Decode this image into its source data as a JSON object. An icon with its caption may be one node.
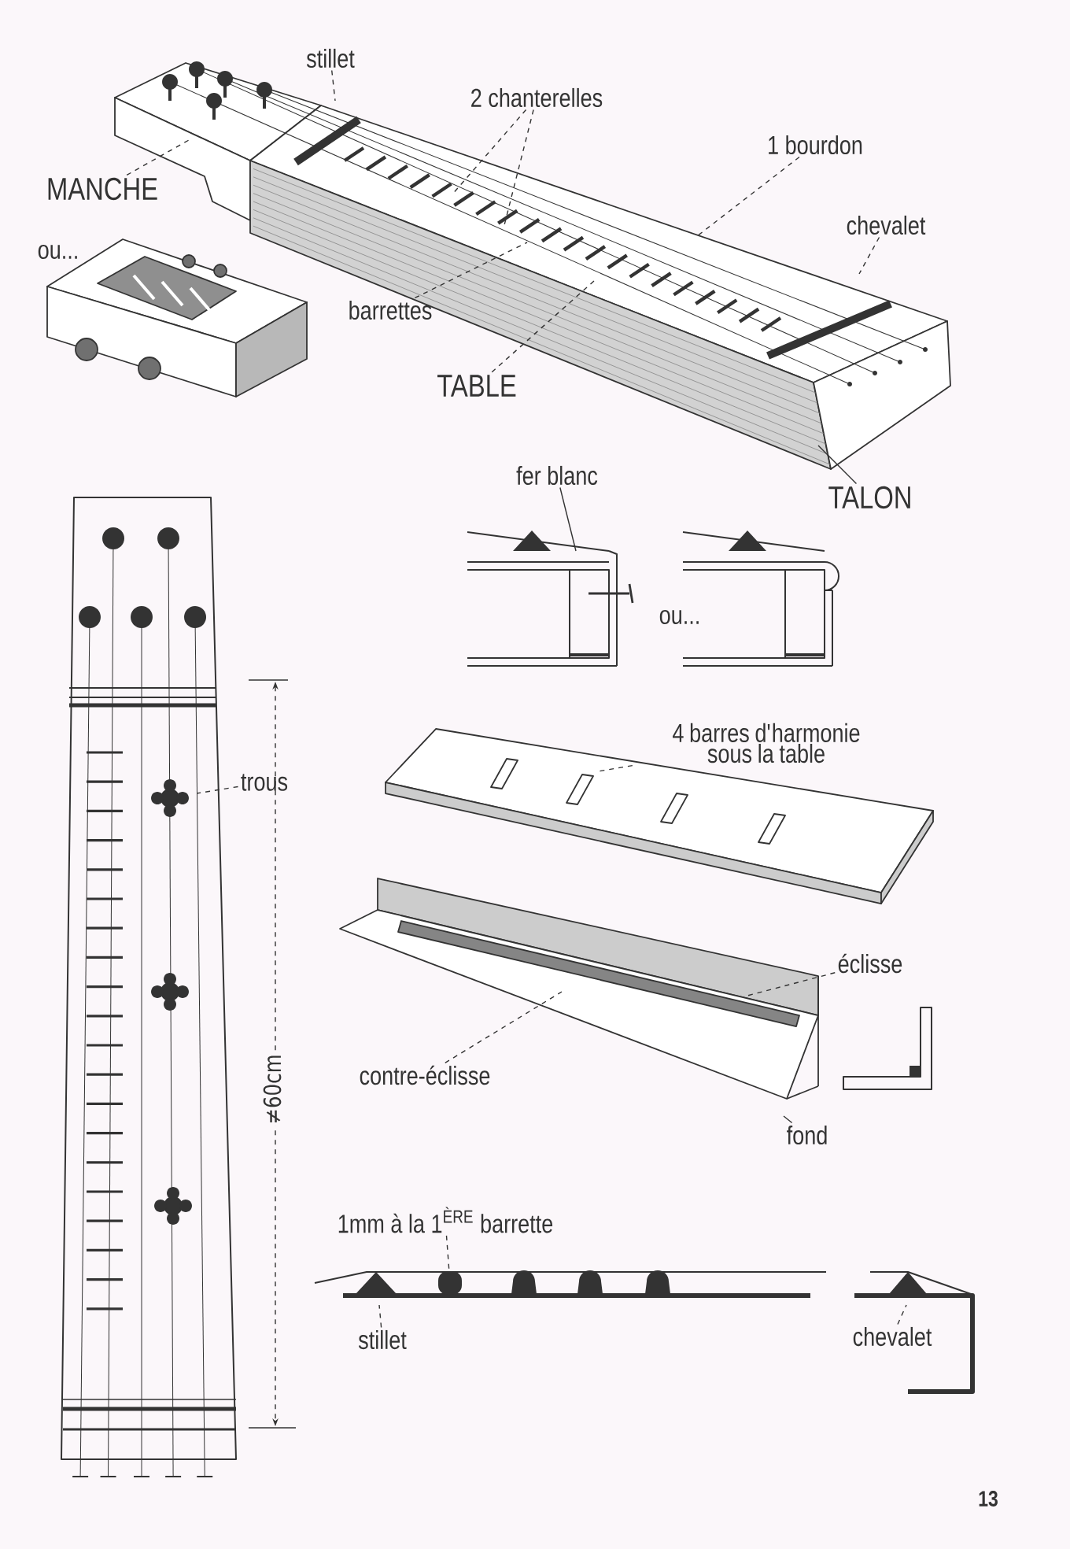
{
  "diagram": {
    "nodes": [
      {
        "text": [
          "stillet"
        ]
      },
      {
        "text": [
          "2 chanterelles"
        ]
      },
      {
        "text": [
          "1 bourdon"
        ]
      },
      {
        "text": [
          "chevalet"
        ]
      },
      {
        "text": [
          "MANCHE"
        ]
      },
      {
        "text": [
          "barrettes"
        ]
      },
      {
        "text": [
          "TABLE"
        ]
      },
      {
        "text": [
          "TALON"
        ]
      },
      {
        "text": [
          "fer blanc"
        ]
      },
      {
        "text": [
          "4 barres d'harmonie sous la table"
        ]
      },
      {
        "text": [
          "trous"
        ]
      },
      {
        "text": [
          "éclisse"
        ]
      },
      {
        "text": [
          "contre-éclisse"
        ]
      },
      {
        "text": [
          "fond"
        ]
      },
      {
        "text": [
          "1mm à la 1$^{ÈRE}$ barrette"
        ]
      },
      {
        "text": [
          "stillet"
        ]
      },
      {
        "text": [
          "chevalet"
        ]
      },
      {
        "text": [],
        "shape": "bar"
      }
    ],
    "edges": [
      {
        "from": 0,
        "to": null,
        "arrow": "none",
        "style": "dashed"
      },
      {
        "from": 1,
        "to": null,
        "arrow": "none",
        "style": "dashed"
      },
      {
        "from": 1,
        "to": null,
        "arrow": "none",
        "style": "dashed"
      },
      {
        "from": 2,
        "to": null,
        "arrow": "none",
        "style": "dashed"
      },
      {
        "from": 3,
        "to": null,
        "arrow": "none",
        "style": "dashed"
      },
      {
        "from": 4,
        "to": null,
        "arrow": "none",
        "style": "dashed"
      },
      {
        "from": 5,
        "to": null,
        "arrow": "none",
        "style": "dashed"
      },
      {
        "from": 6,
        "to": null,
        "arrow": "none",
        "style": "dashed"
      },
      {
        "from": 7,
        "to": null,
        "arrow": "none"
      },
      {
        "from": 8,
        "to": null,
        "arrow": "none"
      },
      {
        "from": 9,
        "to": null,
        "arrow": "none",
        "style": "dashed"
      },
      {
        "from": 10,
        "to": null,
        "arrow": "none",
        "style": "dashed"
      },
      {
        "from": 11,
        "to": null,
        "arrow": "none",
        "style": "dashed"
      },
      {
        "from": 12,
        "to": null,
        "arrow": "none",
        "style": "dashed"
      },
      {
        "from": 13,
        "to": null,
        "arrow": "none"
      },
      {
        "from": 14,
        "to": 17,
        "arrow": "none",
        "style": "dashed"
      },
      {
        "from": 15,
        "to": null,
        "arrow": "none",
        "style": "dashed"
      },
      {
        "from": 16,
        "to": null,
        "arrow": "none",
        "style": "dashed"
      }
    ],
    "labels": [
      "ou...",
      "ou...",
      "≠60cm",
      "13"
    ]
  }
}
